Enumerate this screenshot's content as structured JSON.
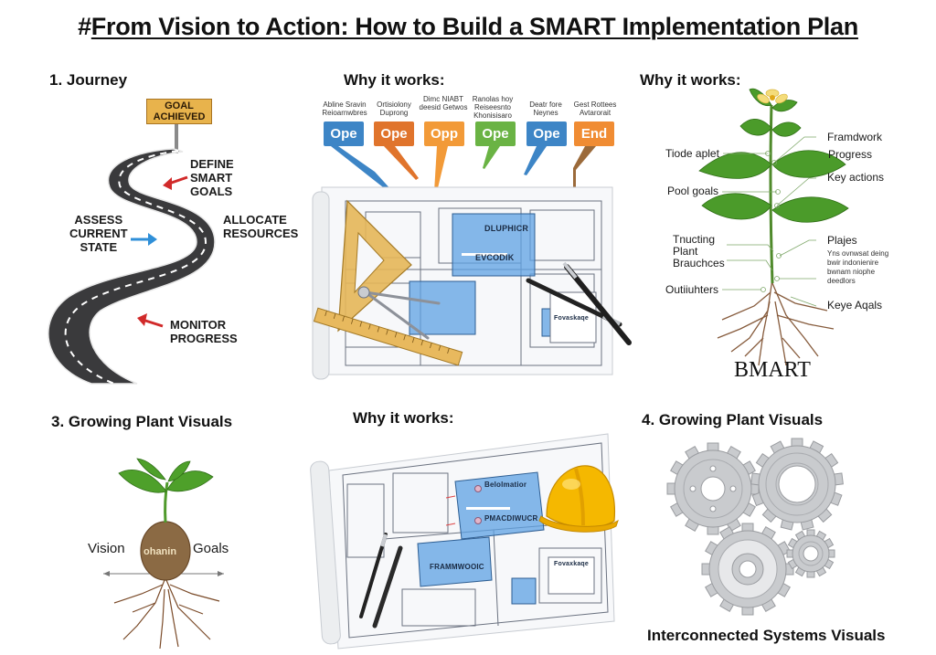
{
  "title": {
    "hash": "#",
    "text": "From Vision to Action: How to Build a SMART Implementation Plan"
  },
  "panels": {
    "journey": {
      "heading": "1. Journey",
      "sign": [
        "GOAL",
        "ACHIEVED"
      ],
      "labels": {
        "define": "DEFINE\nSMART\nGOALS",
        "assess": "ASSESS\nCURRENT\nSTATE",
        "allocate": "ALLOCATE\nRESOURCES",
        "monitor": "MONITOR\nPROGRESS"
      },
      "arrow_colors": {
        "red": "#d12a2a",
        "blue": "#2f8fd8"
      }
    },
    "blueprint_callouts": {
      "heading": "Why it works:",
      "callouts": [
        {
          "caption": "Abline Sravin Reioarnwbres",
          "label": "Ope",
          "color": "#3d85c6"
        },
        {
          "caption": "Ortisiolony Duprong",
          "label": "Ope",
          "color": "#e0742c"
        },
        {
          "caption": "Dimc NIABT deesid Getwos",
          "label": "Opp",
          "color": "#f29a38"
        },
        {
          "caption": "Ranolas hoy Reiseesnto Khonisisaro",
          "label": "Ope",
          "color": "#6ab344"
        },
        {
          "caption": "Deatr fore Neynes",
          "label": "Ope",
          "color": "#3d85c6"
        },
        {
          "caption": "Gest Rottees Avtarorait",
          "label": "End",
          "color": "#f08c33"
        }
      ],
      "blueprint_labels": [
        "DLUPHICR",
        "EVCODIK",
        "Fovaskaqe"
      ]
    },
    "plant_diagram": {
      "heading": "Why it works:",
      "left_labels": [
        "Tiode aplet",
        "Pool goals",
        "Tnucting\nPlant\nBrauchces",
        "Outiiuhters"
      ],
      "right_labels": [
        "Framdwork",
        "Progress",
        "Key actions",
        "Plajes",
        "Keye Aqals"
      ],
      "right_small": "Yns ovnwsat deing\nbwir indonienire\nbwnam niophe\ndeedlors",
      "footer": "BMART"
    },
    "seedling": {
      "heading": "3. Growing Plant Visuals",
      "left": "Vision",
      "right": "Goals",
      "center": "ohanin"
    },
    "blueprint_helmet": {
      "heading": "Why it works:",
      "blueprint_labels": [
        "Belolmatior",
        "PMACDIWUCR",
        "FRAMMWOOIC",
        "Fovaxkaqe"
      ]
    },
    "gears": {
      "heading": "4. Growing Plant Visuals",
      "caption": "Interconnected Systems Visuals"
    }
  }
}
